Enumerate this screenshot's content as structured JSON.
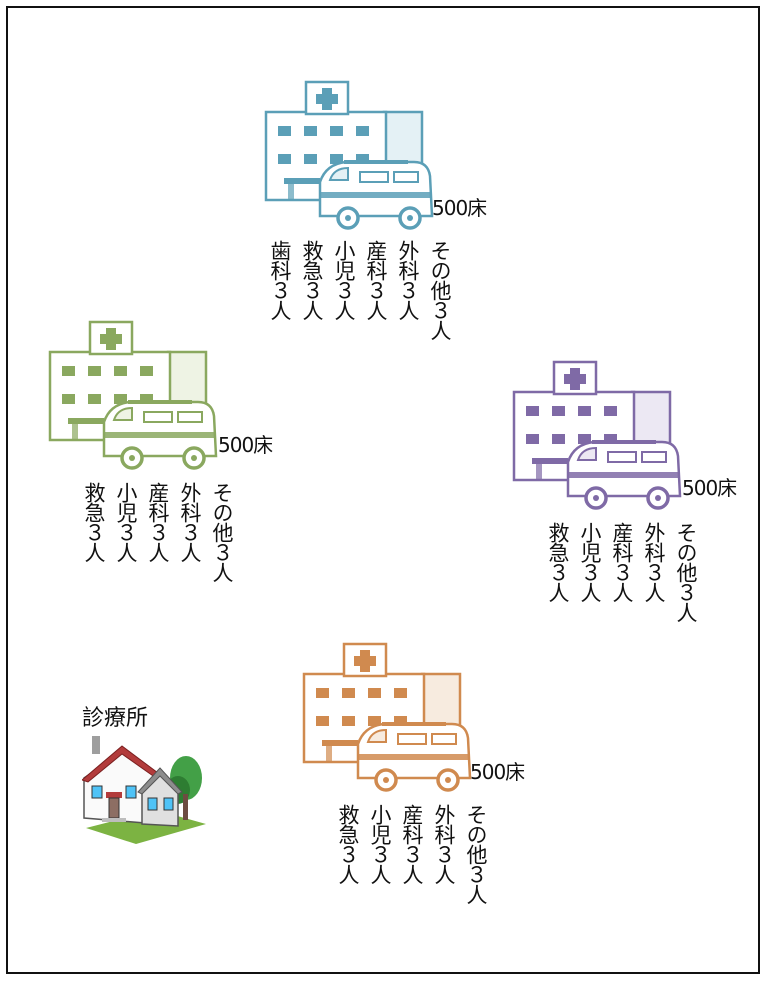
{
  "hospitals": [
    {
      "id": "top",
      "color": "#5b9fb7",
      "fill": "#e4f1f5",
      "beds": "500床",
      "departments": [
        "歯科３人",
        "救急３人",
        "小児３人",
        "産科３人",
        "外科３人",
        "その他３人"
      ]
    },
    {
      "id": "left",
      "color": "#8aa85f",
      "fill": "#eef3e4",
      "beds": "500床",
      "departments": [
        "救急３人",
        "小児３人",
        "産科３人",
        "外科３人",
        "その他３人"
      ]
    },
    {
      "id": "right",
      "color": "#7f6aa6",
      "fill": "#ece8f3",
      "beds": "500床",
      "departments": [
        "救急３人",
        "小児３人",
        "産科３人",
        "外科３人",
        "その他３人"
      ]
    },
    {
      "id": "bottom",
      "color": "#d08a4f",
      "fill": "#f7ebdf",
      "beds": "500床",
      "departments": [
        "救急３人",
        "小児３人",
        "産科３人",
        "外科３人",
        "その他３人"
      ]
    }
  ],
  "clinic": {
    "label": "診療所",
    "icon": "house-icon"
  }
}
